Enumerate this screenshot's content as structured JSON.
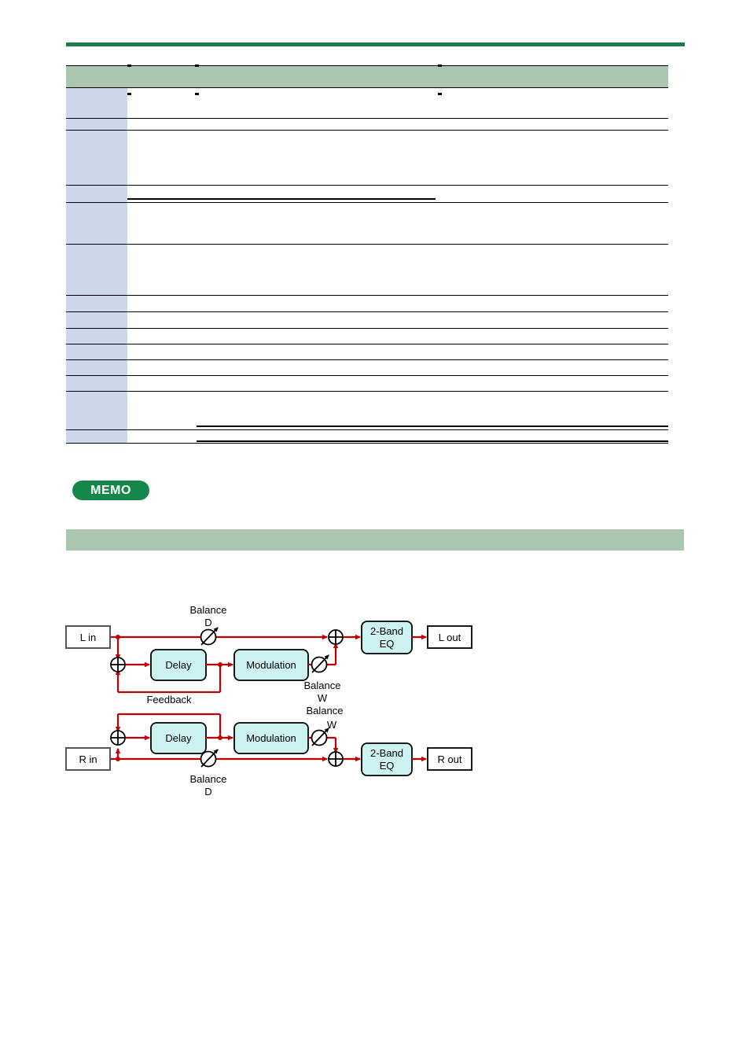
{
  "page": {
    "background": "#ffffff",
    "rule_color": "#1e7a4c",
    "header_fill": "#aac6b0",
    "key_column_fill": "#ccd8e9",
    "signal_color": "#c00000",
    "block_fill": "#cdf2f2"
  },
  "param_table": {
    "columns": [
      "",
      ""
    ],
    "header": {
      "key": "",
      "value": ""
    },
    "rows": [
      {
        "key": "",
        "value": ""
      },
      {
        "key": "",
        "value": ""
      },
      {
        "key": "",
        "value": ""
      },
      {
        "key": "",
        "value": ""
      },
      {
        "key": "",
        "value": ""
      },
      {
        "key": "",
        "value": ""
      },
      {
        "key": "",
        "value": ""
      },
      {
        "key": "",
        "value": ""
      },
      {
        "key": "",
        "value": ""
      },
      {
        "key": "",
        "value": ""
      },
      {
        "key": "",
        "value": ""
      },
      {
        "key": "",
        "value": ""
      },
      {
        "key": "",
        "value": ""
      },
      {
        "key": "",
        "value": ""
      }
    ]
  },
  "memo": {
    "label": "MEMO",
    "body": ""
  },
  "section": {
    "title": ""
  },
  "diagram": {
    "title": "",
    "inputs": [
      {
        "id": "l-in",
        "label": "L in"
      },
      {
        "id": "r-in",
        "label": "R in"
      }
    ],
    "outputs": [
      {
        "id": "l-out",
        "label": "L out"
      },
      {
        "id": "r-out",
        "label": "R out"
      }
    ],
    "blocks": [
      {
        "id": "delay-l",
        "label": "Delay"
      },
      {
        "id": "modulation-l",
        "label": "Modulation"
      },
      {
        "id": "eq-l",
        "label_line1": "2-Band",
        "label_line2": "EQ"
      },
      {
        "id": "delay-r",
        "label": "Delay"
      },
      {
        "id": "modulation-r",
        "label": "Modulation"
      },
      {
        "id": "eq-r",
        "label_line1": "2-Band",
        "label_line2": "EQ"
      }
    ],
    "knobs": [
      {
        "id": "balance-d-l",
        "label_line1": "Balance",
        "label_line2": "D"
      },
      {
        "id": "balance-w-l",
        "label_line1": "Balance",
        "label_line2": "W"
      },
      {
        "id": "balance-w-r",
        "label_line1": "Balance",
        "label_line2": "W"
      },
      {
        "id": "balance-d-r",
        "label_line1": "Balance",
        "label_line2": "D"
      }
    ],
    "feedback_label": "Feedback",
    "sum_symbol": "⊕"
  }
}
